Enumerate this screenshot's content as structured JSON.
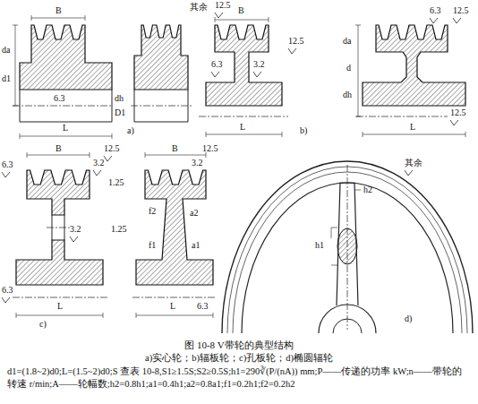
{
  "diagram": {
    "caption": "图 10-8 V带轮的典型结构",
    "labels": [
      "其余",
      "12.5",
      "B",
      "da",
      "d1",
      "6.3",
      "L",
      "dh",
      "D1",
      "a)",
      "B",
      "12.5",
      "3.2",
      "6.3",
      "L",
      "b)",
      "da",
      "d",
      "dh",
      "6.3",
      "12.5",
      "12.5",
      "L",
      "6.3",
      "B",
      "3.2",
      "12.5",
      "1.25",
      "3.2",
      "6.3",
      "L",
      "c)",
      "B",
      "3.2",
      "12.5",
      "a2",
      "f2",
      "f1",
      "a1",
      "1.25",
      "6.3",
      "L",
      "h2",
      "h1",
      "其余",
      "d)",
      "a)实心轮；b)辐板轮；c)孔板轮；d)椭圆辐轮",
      "d1=(1.8~2)d0;L=(1.5~2)d0;S 查表 10-8,S1≥1.5S;S2≥0.5S;h1=290∛(P/(nA)) mm;P——传递的功率 kW;n——带轮的转速 r/min;A——轮幅数;h2=0.8h1;a1=0.4h1;a2=0.8a1;f1=0.2h1;f2=0.2h2"
    ]
  }
}
